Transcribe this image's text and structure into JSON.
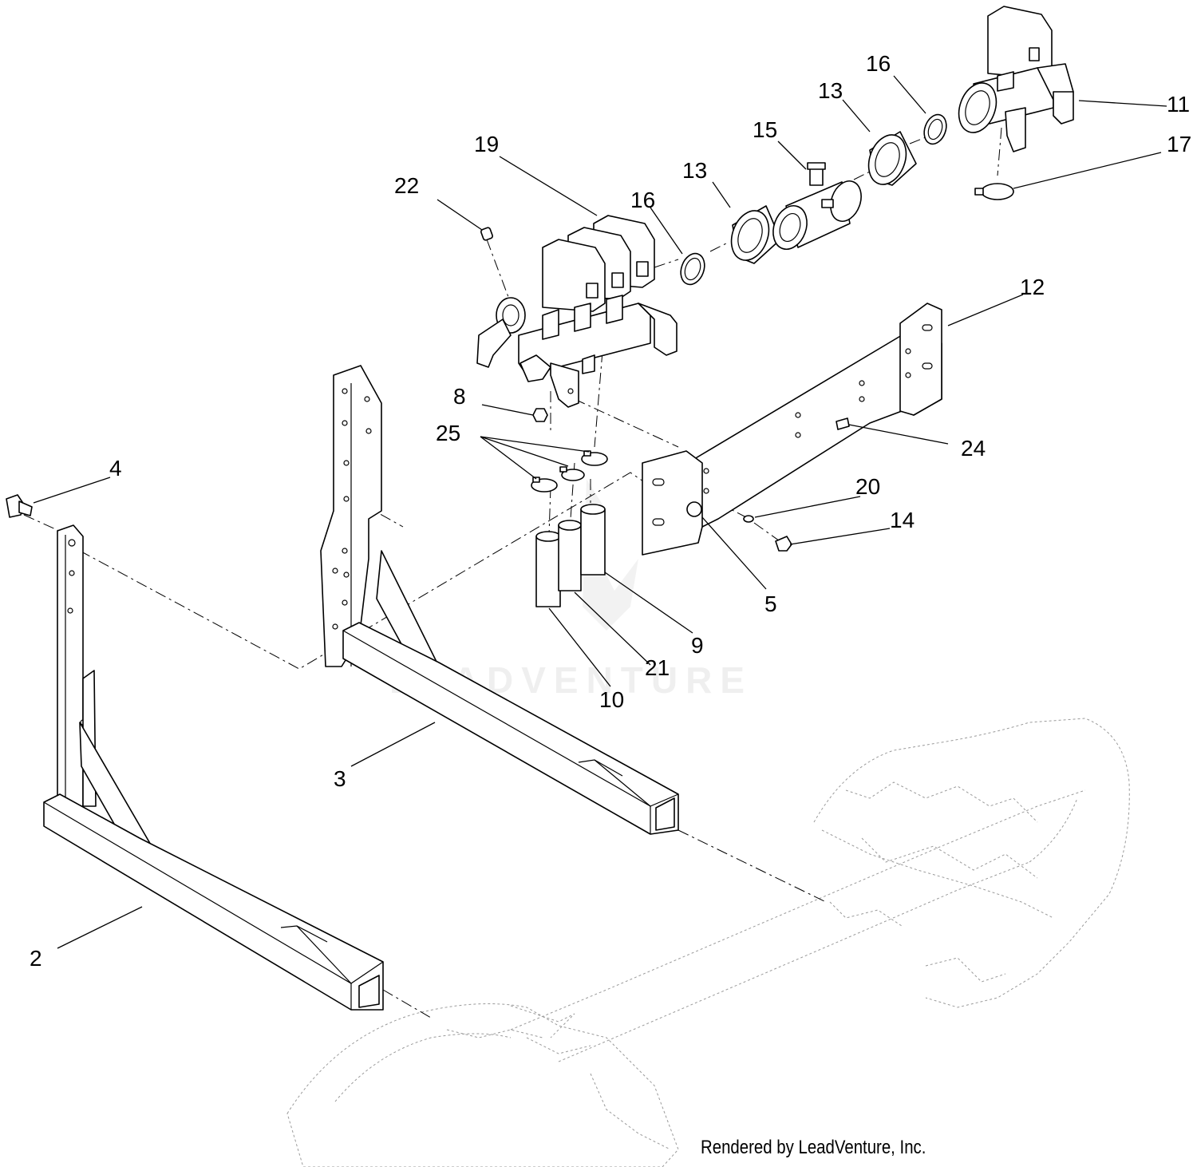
{
  "callouts": [
    "2",
    "3",
    "4",
    "5",
    "8",
    "9",
    "10",
    "11",
    "12",
    "13",
    "13",
    "14",
    "15",
    "16",
    "16",
    "17",
    "19",
    "20",
    "21",
    "22",
    "24",
    "25"
  ],
  "watermark": "LEADVENTURE",
  "credit": "Rendered by LeadVenture, Inc."
}
